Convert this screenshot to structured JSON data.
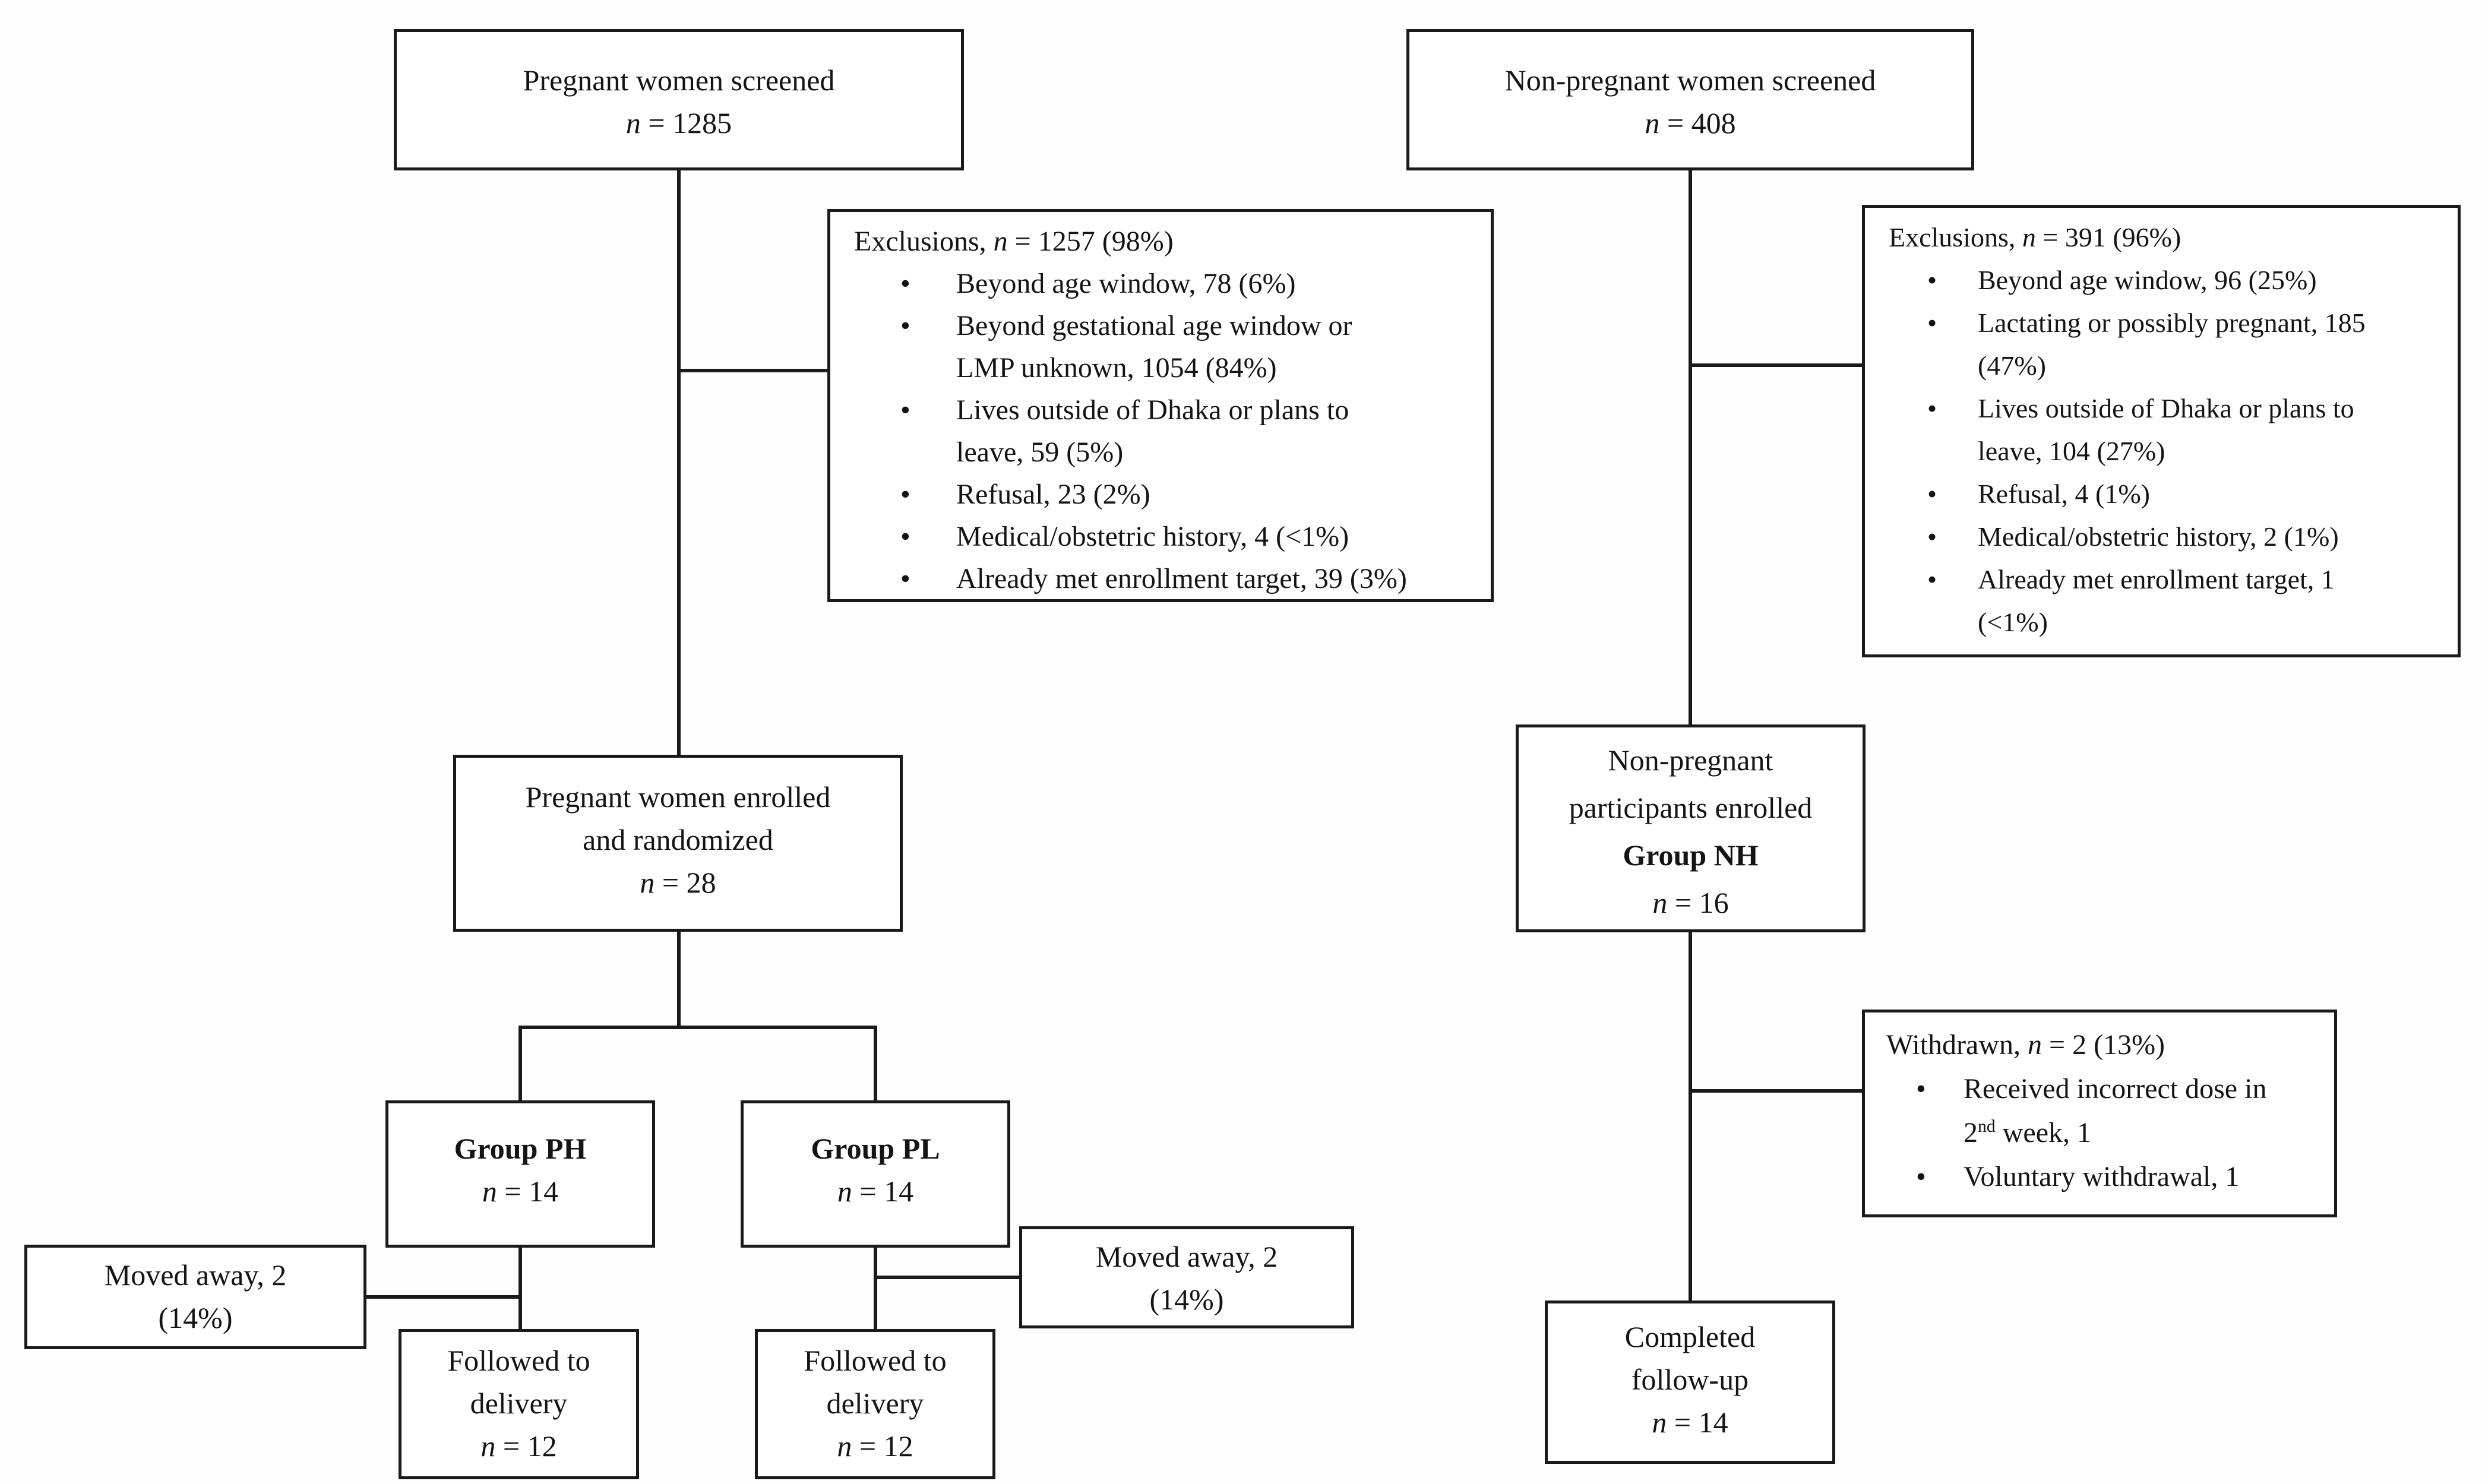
{
  "diagram": {
    "left": {
      "screened": {
        "label": "Pregnant women screened",
        "n": "n",
        "value": "= 1285"
      },
      "exclusions": {
        "title_prefix": "Exclusions,",
        "n": "n",
        "title_value": "= 1257 (98%)",
        "items": [
          "Beyond age window, 78 (6%)",
          "Beyond gestational age window or\nLMP unknown, 1054 (84%)",
          "Lives outside of Dhaka or plans to\nleave, 59 (5%)",
          "Refusal, 23 (2%)",
          "Medical/obstetric history, 4 (<1%)",
          "Already met enrollment target, 39 (3%)"
        ]
      },
      "enrolled": {
        "line1": "Pregnant women enrolled",
        "line2": "and randomized",
        "n": "n",
        "value": "= 28"
      },
      "group_ph": {
        "name": "Group PH",
        "n": "n",
        "value": "= 14"
      },
      "group_pl": {
        "name": "Group PL",
        "n": "n",
        "value": "= 14"
      },
      "moved_away_ph": {
        "line1": "Moved away, 2",
        "line2": "(14%)"
      },
      "moved_away_pl": {
        "line1": "Moved away, 2",
        "line2": "(14%)"
      },
      "followed_ph": {
        "line1": "Followed to",
        "line2": "delivery",
        "n": "n",
        "value": "= 12"
      },
      "followed_pl": {
        "line1": "Followed to",
        "line2": "delivery",
        "n": "n",
        "value": "= 12"
      }
    },
    "right": {
      "screened": {
        "label": "Non-pregnant women screened",
        "n": "n",
        "value": "= 408"
      },
      "exclusions": {
        "title_prefix": "Exclusions,",
        "n": "n",
        "title_value": "= 391 (96%)",
        "items": [
          "Beyond age window, 96 (25%)",
          "Lactating or possibly pregnant, 185\n(47%)",
          "Lives outside of Dhaka or plans to\nleave, 104 (27%)",
          "Refusal, 4 (1%)",
          "Medical/obstetric history, 2 (1%)",
          "Already met enrollment target, 1\n(<1%)"
        ]
      },
      "enrolled": {
        "line1": "Non-pregnant",
        "line2": "participants enrolled",
        "group": "Group NH",
        "n": "n",
        "value": "= 16"
      },
      "withdrawn": {
        "title_prefix": "Withdrawn,",
        "n": "n",
        "title_value": "= 2 (13%)",
        "item1": {
          "pre": "Received incorrect dose in\n2",
          "sup": "nd",
          "post": " week, 1"
        },
        "item2": "Voluntary withdrawal, 1"
      },
      "completed": {
        "line1": "Completed",
        "line2": "follow-up",
        "n": "n",
        "value": "= 14"
      }
    }
  }
}
